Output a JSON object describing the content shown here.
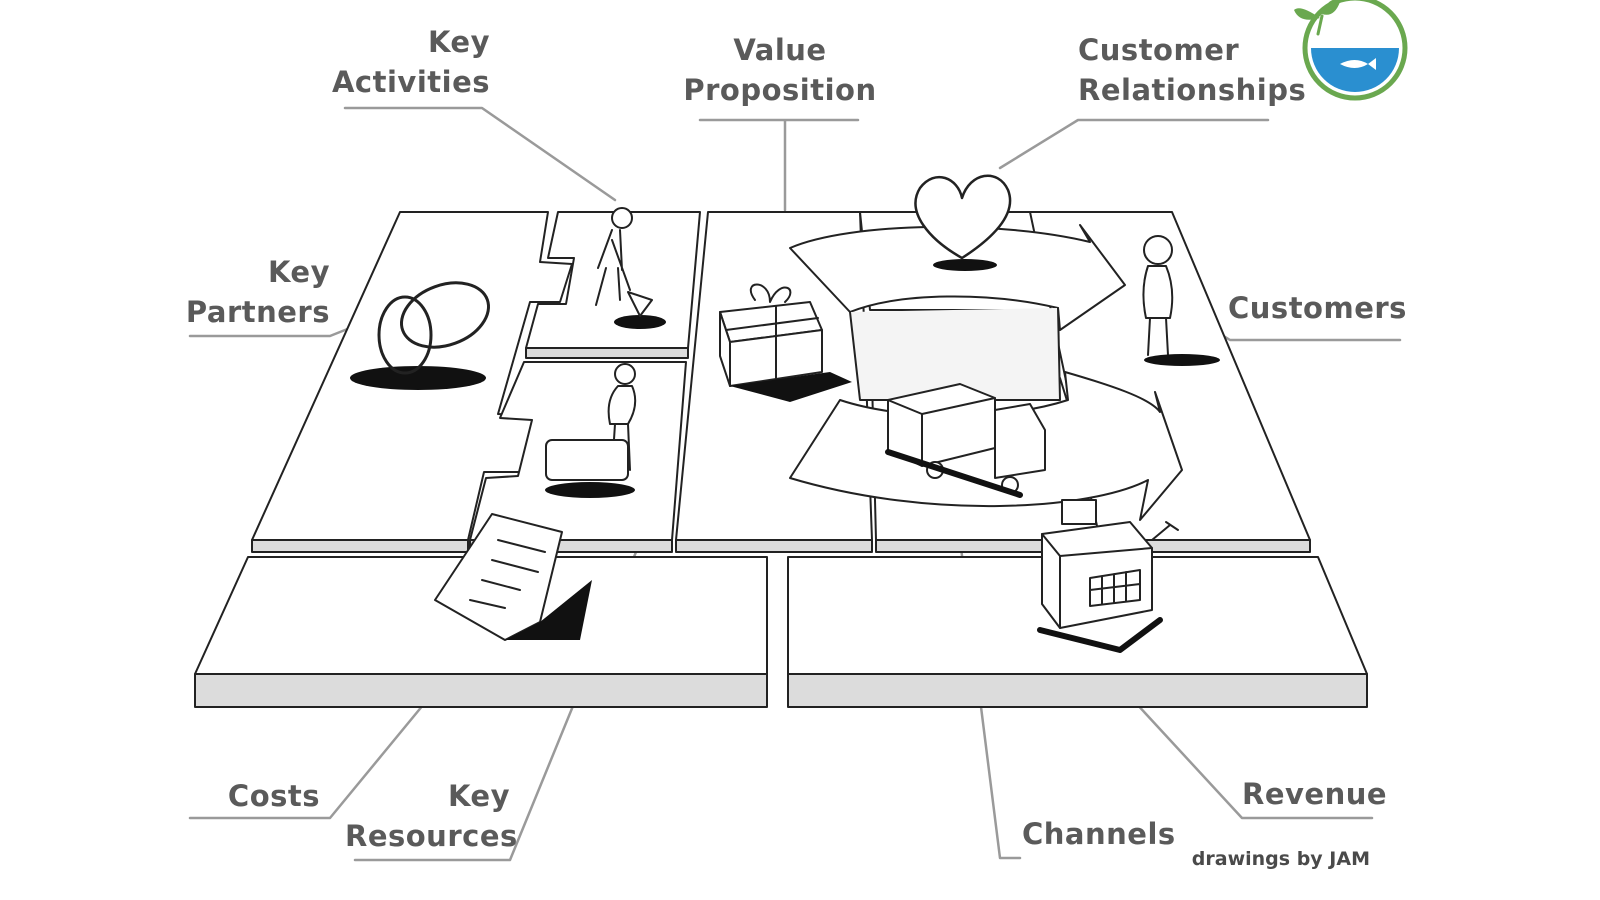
{
  "labels": {
    "key_activities": [
      "Key",
      "Activities"
    ],
    "value_proposition": [
      "Value",
      "Proposition"
    ],
    "customer_relationships": [
      "Customer",
      "Relationships"
    ],
    "key_partners": [
      "Key",
      "Partners"
    ],
    "customers": "Customers",
    "costs": "Costs",
    "key_resources": [
      "Key",
      "Resources"
    ],
    "channels": "Channels",
    "revenue": "Revenue"
  },
  "credit": "drawings by JAM",
  "colors": {
    "label_text": "#5a5a5a",
    "line": "#222222",
    "leader": "#9a9a9a",
    "block_side": "#dcdcdc",
    "logo_green": "#6aa84f",
    "logo_blue": "#2a8fd0"
  },
  "icons": [
    "logo-icon",
    "rings-icon",
    "digging-person-icon",
    "person-with-desk-icon",
    "gift-icon",
    "heart-icon",
    "standing-person-icon",
    "truck-icon",
    "cash-register-icon",
    "receipt-icon"
  ]
}
